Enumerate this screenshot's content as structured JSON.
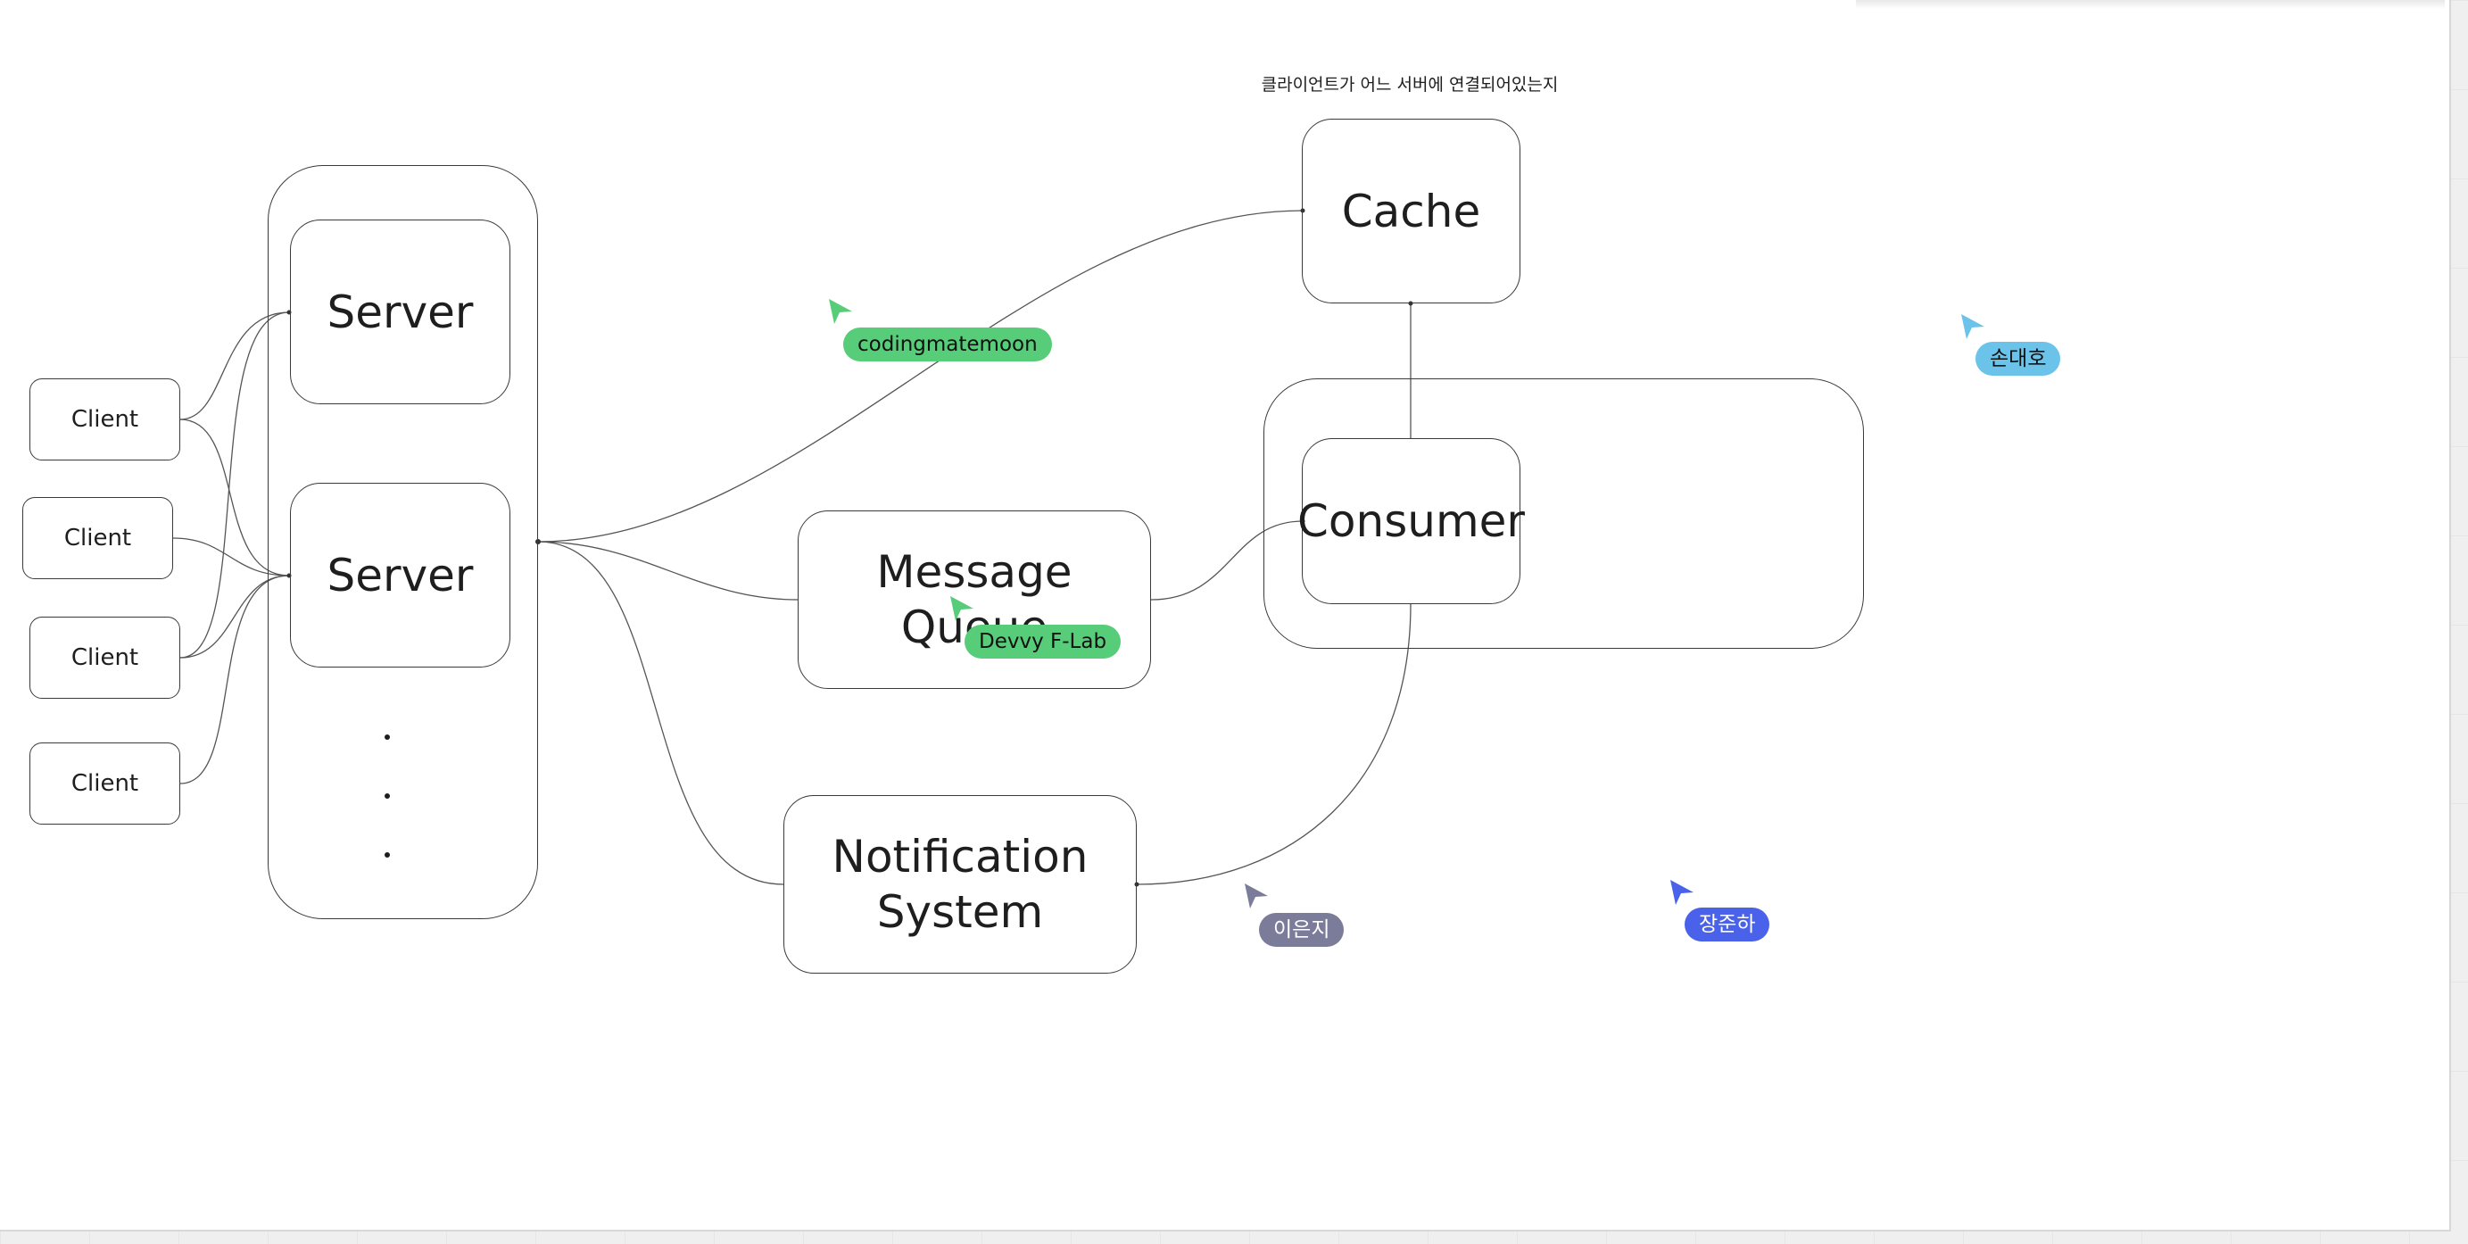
{
  "board": {
    "note": "클라이언트가 어느 서버에 연결되어있는지",
    "clients": [
      "Client",
      "Client",
      "Client",
      "Client"
    ],
    "servers": [
      "Server",
      "Server"
    ],
    "cache": "Cache",
    "consumer": "Consumer",
    "message_queue": [
      "Message",
      "Queue"
    ],
    "notification": [
      "Notification",
      "System"
    ]
  },
  "collaborators": [
    {
      "name": "codingmatemoon",
      "color": "#57cd7a",
      "text_color": "#111111"
    },
    {
      "name": "Devvy F-Lab",
      "color": "#57cd7a",
      "text_color": "#111111"
    },
    {
      "name": "손대호",
      "color": "#6cc3ea",
      "text_color": "#111111"
    },
    {
      "name": "이은지",
      "color": "#7b7b9a",
      "text_color": "#ffffff"
    },
    {
      "name": "장준하",
      "color": "#4a62ea",
      "text_color": "#ffffff"
    }
  ],
  "icons": {
    "cursor": "pointer-cursor-icon"
  }
}
